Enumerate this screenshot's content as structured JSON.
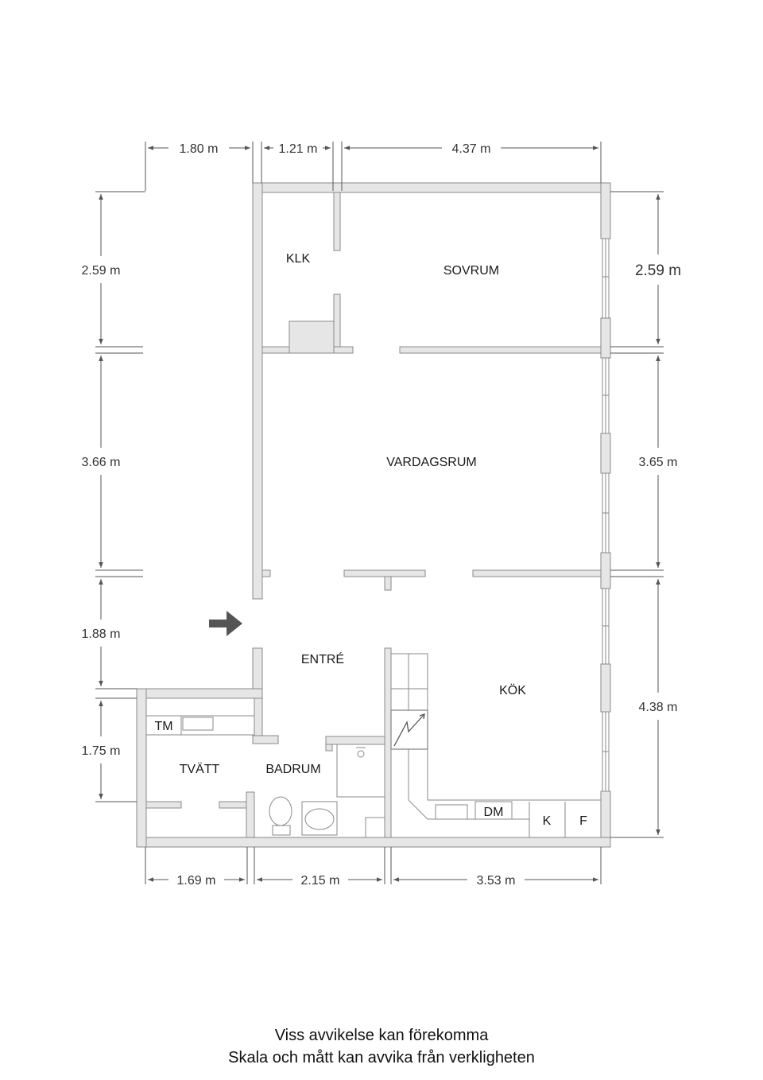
{
  "rooms": {
    "klk": "KLK",
    "sovrum": "SOVRUM",
    "vardagsrum": "VARDAGSRUM",
    "entre": "ENTRÉ",
    "kok": "KÖK",
    "tvatt": "TVÄTT",
    "badrum": "BADRUM"
  },
  "appliances": {
    "tm": "TM",
    "dm": "DM",
    "k": "K",
    "f": "F"
  },
  "dimensions": {
    "top": [
      "1.80 m",
      "1.21 m",
      "4.37 m"
    ],
    "left": [
      "2.59 m",
      "3.66 m",
      "1.88 m",
      "1.75 m"
    ],
    "right": [
      "2.59 m",
      "3.65 m",
      "4.38 m"
    ],
    "bottom": [
      "1.69 m",
      "2.15 m",
      "3.53 m"
    ]
  },
  "footer": {
    "line1": "Viss avvikelse kan förekomma",
    "line2": "Skala och mått kan avvika från verkligheten"
  },
  "colors": {
    "wall_fill": "#e6e6e6",
    "wall_stroke": "#8a8a8a",
    "dimension_line": "#555555",
    "arrow": "#555555"
  }
}
